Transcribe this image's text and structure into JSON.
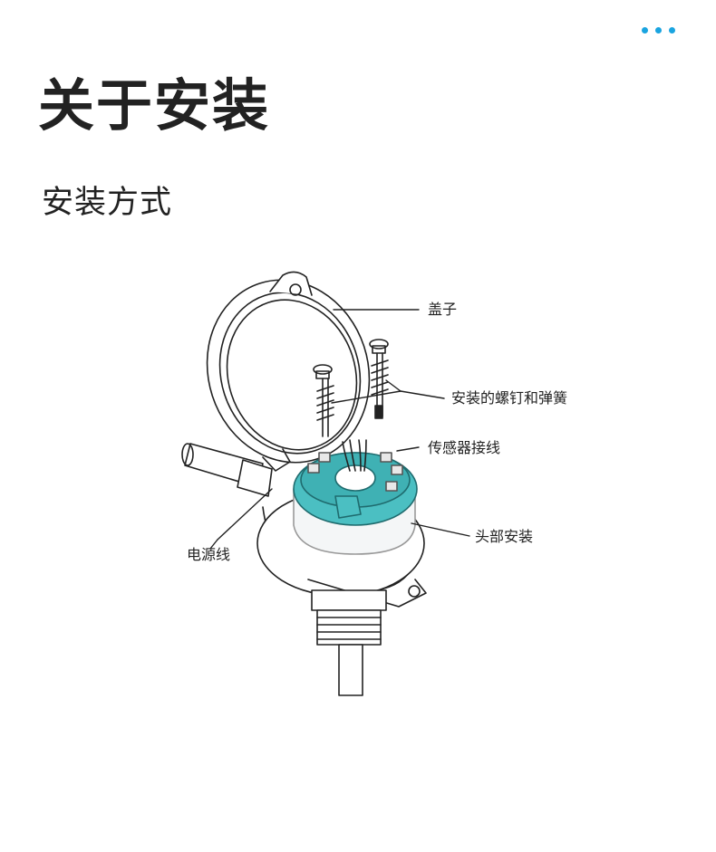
{
  "header": {
    "title": "关于安装",
    "subtitle": "安装方式"
  },
  "diagram": {
    "labels": {
      "cover": "盖子",
      "screws": "安装的螺钉和弹簧",
      "sensor_wiring": "传感器接线",
      "head_mount": "头部安装",
      "power_cable": "电源线"
    }
  },
  "colors": {
    "accent": "#1aa4e0",
    "module_teal": "#4bbfc2",
    "line": "#222222"
  },
  "icons": {
    "menu": "more-dots-icon"
  }
}
